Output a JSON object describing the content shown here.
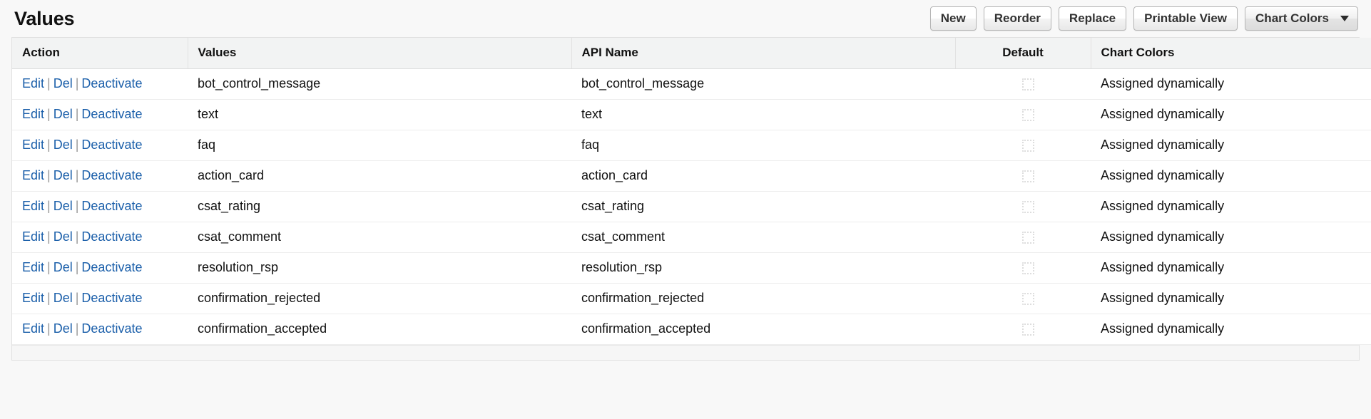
{
  "header": {
    "title": "Values",
    "buttons": [
      {
        "label": "New",
        "name": "new-button"
      },
      {
        "label": "Reorder",
        "name": "reorder-button"
      },
      {
        "label": "Replace",
        "name": "replace-button"
      },
      {
        "label": "Printable View",
        "name": "printable-view-button"
      }
    ],
    "dropdown": {
      "label": "Chart Colors",
      "icon": "caret-down-icon"
    }
  },
  "table": {
    "columns": [
      {
        "label": "Action"
      },
      {
        "label": "Values"
      },
      {
        "label": "API Name"
      },
      {
        "label": "Default"
      },
      {
        "label": "Chart Colors"
      }
    ],
    "actions": {
      "edit": "Edit",
      "del": "Del",
      "deactivate": "Deactivate",
      "separator": "|"
    },
    "rows": [
      {
        "value": "bot_control_message",
        "api_name": "bot_control_message",
        "default": false,
        "chart_colors": "Assigned dynamically"
      },
      {
        "value": "text",
        "api_name": "text",
        "default": false,
        "chart_colors": "Assigned dynamically"
      },
      {
        "value": "faq",
        "api_name": "faq",
        "default": false,
        "chart_colors": "Assigned dynamically"
      },
      {
        "value": "action_card",
        "api_name": "action_card",
        "default": false,
        "chart_colors": "Assigned dynamically"
      },
      {
        "value": "csat_rating",
        "api_name": "csat_rating",
        "default": false,
        "chart_colors": "Assigned dynamically"
      },
      {
        "value": "csat_comment",
        "api_name": "csat_comment",
        "default": false,
        "chart_colors": "Assigned dynamically"
      },
      {
        "value": "resolution_rsp",
        "api_name": "resolution_rsp",
        "default": false,
        "chart_colors": "Assigned dynamically"
      },
      {
        "value": "confirmation_rejected",
        "api_name": "confirmation_rejected",
        "default": false,
        "chart_colors": "Assigned dynamically"
      },
      {
        "value": "confirmation_accepted",
        "api_name": "confirmation_accepted",
        "default": false,
        "chart_colors": "Assigned dynamically"
      }
    ]
  },
  "colors": {
    "link": "#1b5faa",
    "header_bg": "#f2f3f3",
    "page_bg": "#f8f8f8",
    "border": "#e0e0e0"
  }
}
